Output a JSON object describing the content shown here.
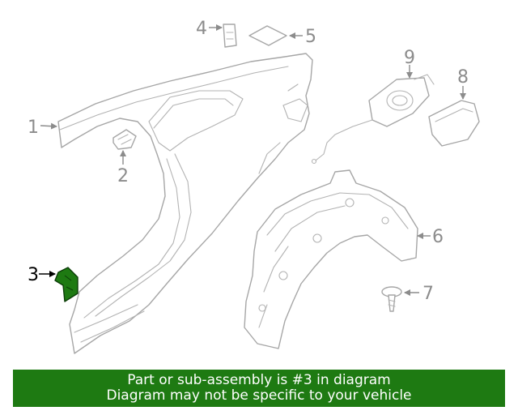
{
  "diagram": {
    "callouts": [
      "1",
      "2",
      "3",
      "4",
      "5",
      "6",
      "7",
      "8",
      "9"
    ],
    "highlight_color": "#1e7a12"
  },
  "banner": {
    "line1": "Part or sub-assembly is #3 in diagram",
    "line2": "Diagram may not be specific to your vehicle",
    "background": "#1e7a12"
  }
}
